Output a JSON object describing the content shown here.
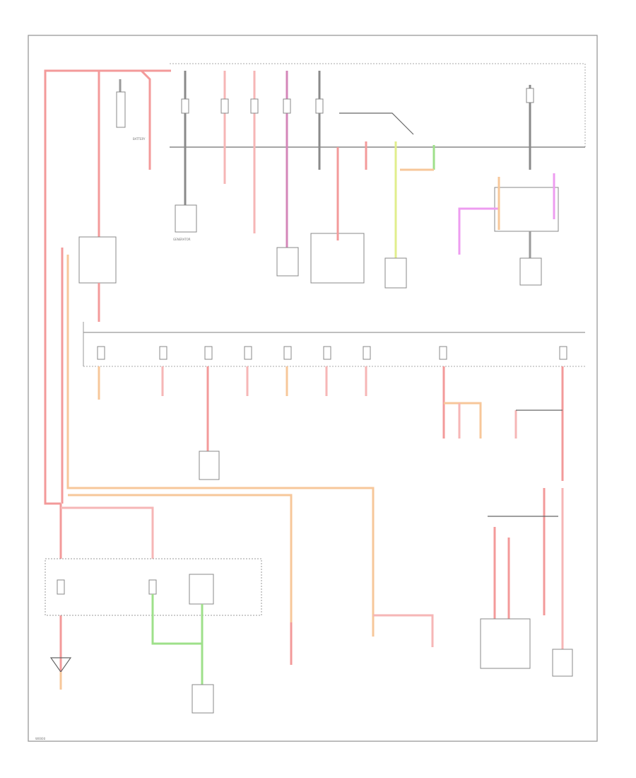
{
  "diagram": {
    "colors": {
      "red": "#f39a9a",
      "pink": "#f6b6b6",
      "orange": "#f7c79a",
      "green": "#9ee08a",
      "yellow": "#e1ee8c",
      "violet": "#ee9cf0",
      "gray": "#9a9a9a",
      "darkgray": "#8a8a8a"
    },
    "labels": {
      "battery": "BATTERY",
      "generator": "GENERATOR",
      "footer": "W0000"
    }
  }
}
